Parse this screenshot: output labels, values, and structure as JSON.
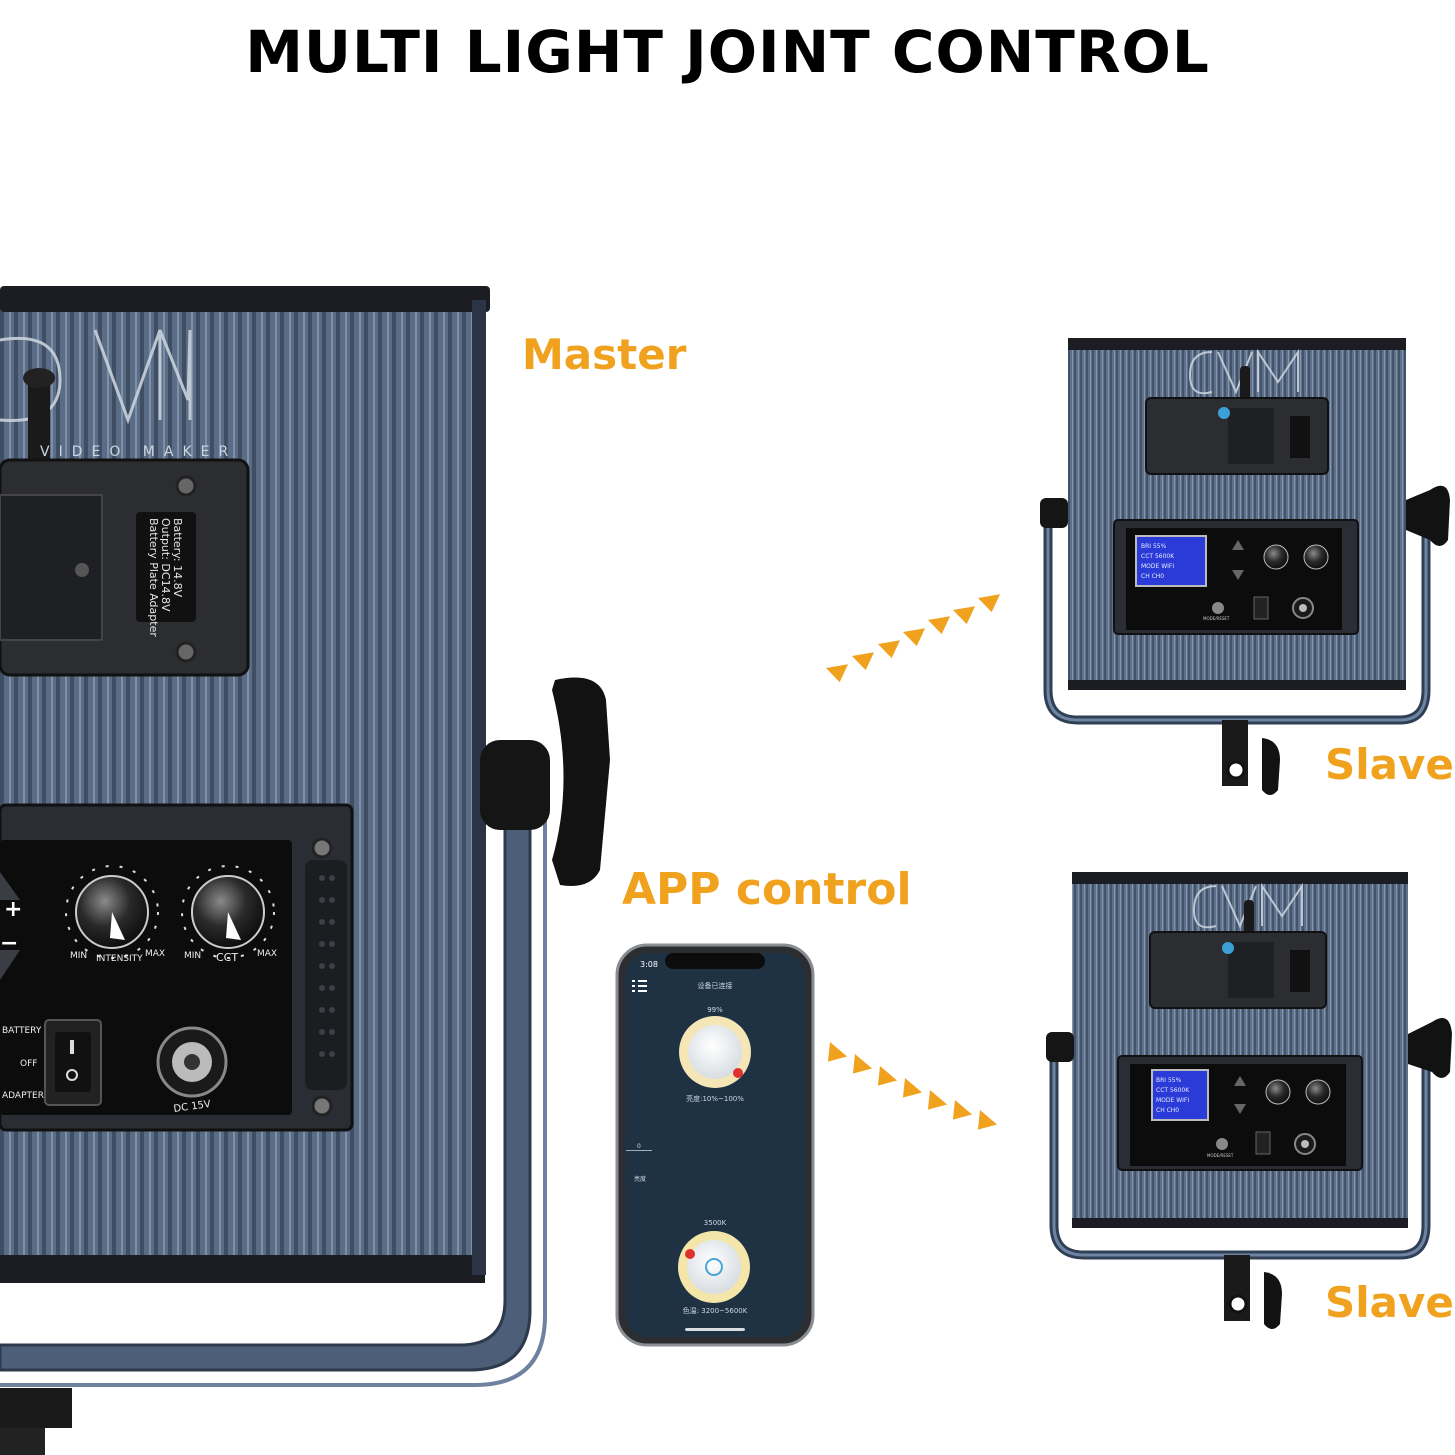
{
  "headline": "MULTI LIGHT JOINT CONTROL",
  "labels": {
    "master": "Master",
    "app_control": "APP control",
    "slave_1": "Slave",
    "slave_2": "Slave"
  },
  "master_panel": {
    "logo": "GVM",
    "logo_tagline": "VIDEO MAKER",
    "battery_plate": {
      "line1": "Battery Plate Adapter",
      "line2": "Output: DC14.8V",
      "line3": "Battery: 14.8V"
    },
    "knob_intensity": {
      "min": "MIN",
      "name": "INTENSITY",
      "max": "MAX"
    },
    "knob_cct": {
      "min": "MIN",
      "name": "CCT",
      "max": "MAX"
    },
    "buttons": {
      "plus": "+",
      "minus": "−"
    },
    "switch": {
      "battery": "BATTERY",
      "off": "OFF",
      "adapter": "ADAPTER"
    },
    "dc_jack": "DC 15V"
  },
  "slave_panel": {
    "logo": "GVM",
    "lcd_lines": [
      "BRI 55%",
      "CCT 5600K",
      "MODE WIFI",
      "CH CH0"
    ],
    "mode_reset": "MODE/RESET"
  },
  "phone": {
    "time": "3:08",
    "status": "设备已连接",
    "brightness_value": "99%",
    "brightness_range": "亮度:10%~100%",
    "slider_value": "0",
    "slider_label": "亮度",
    "cct_value": "3500K",
    "cct_range": "色温: 3200~5600K"
  },
  "colors": {
    "accent": "#f0a21e",
    "panel_body": "#5c6e86",
    "panel_dark": "#1e2229",
    "lcd": "#2a3bd8",
    "phone_screen": "#1f3244"
  }
}
